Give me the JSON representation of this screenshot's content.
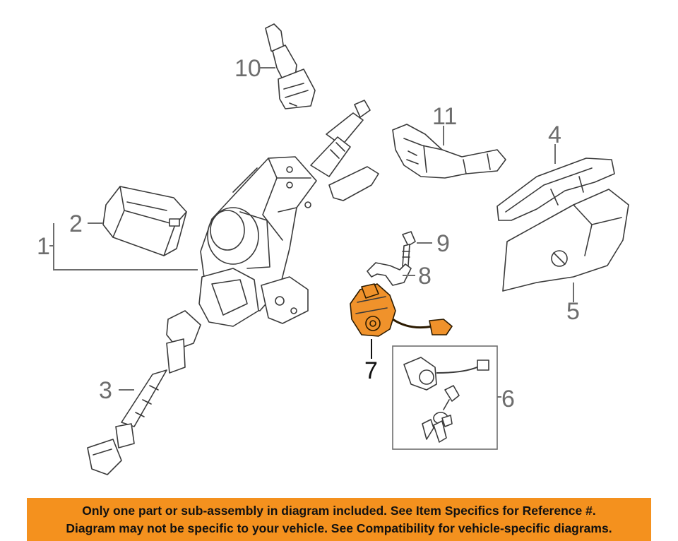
{
  "callouts": {
    "c1": "1",
    "c2": "2",
    "c3": "3",
    "c4": "4",
    "c5": "5",
    "c6": "6",
    "c7": "7",
    "c8": "8",
    "c9": "9",
    "c10": "10",
    "c11": "11"
  },
  "highlighted_part": "7",
  "colors": {
    "highlight": "#f0922b",
    "banner": "#f4911e"
  },
  "notice": {
    "line1": "Only one part or sub-assembly in diagram included. See Item Specifics for Reference #.",
    "line2": "Diagram may not be specific to your vehicle. See Compatibility for vehicle-specific diagrams."
  }
}
